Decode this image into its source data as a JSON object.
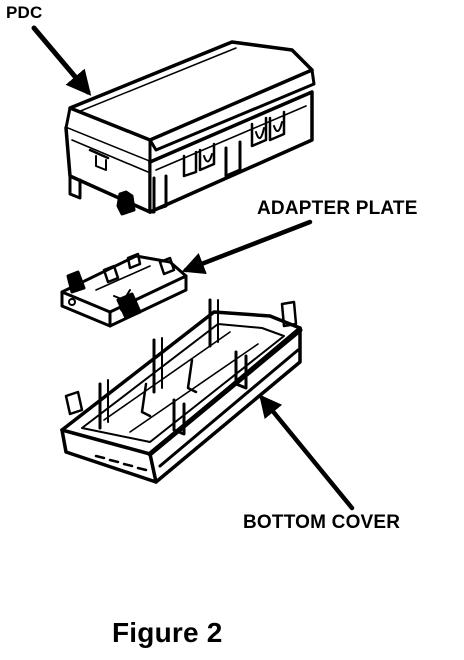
{
  "labels": {
    "pdc": "PDC",
    "adapter_plate": "ADAPTER PLATE",
    "bottom_cover": "BOTTOM COVER"
  },
  "caption": "Figure 2",
  "colors": {
    "ink": "#000000",
    "paper": "#ffffff"
  }
}
